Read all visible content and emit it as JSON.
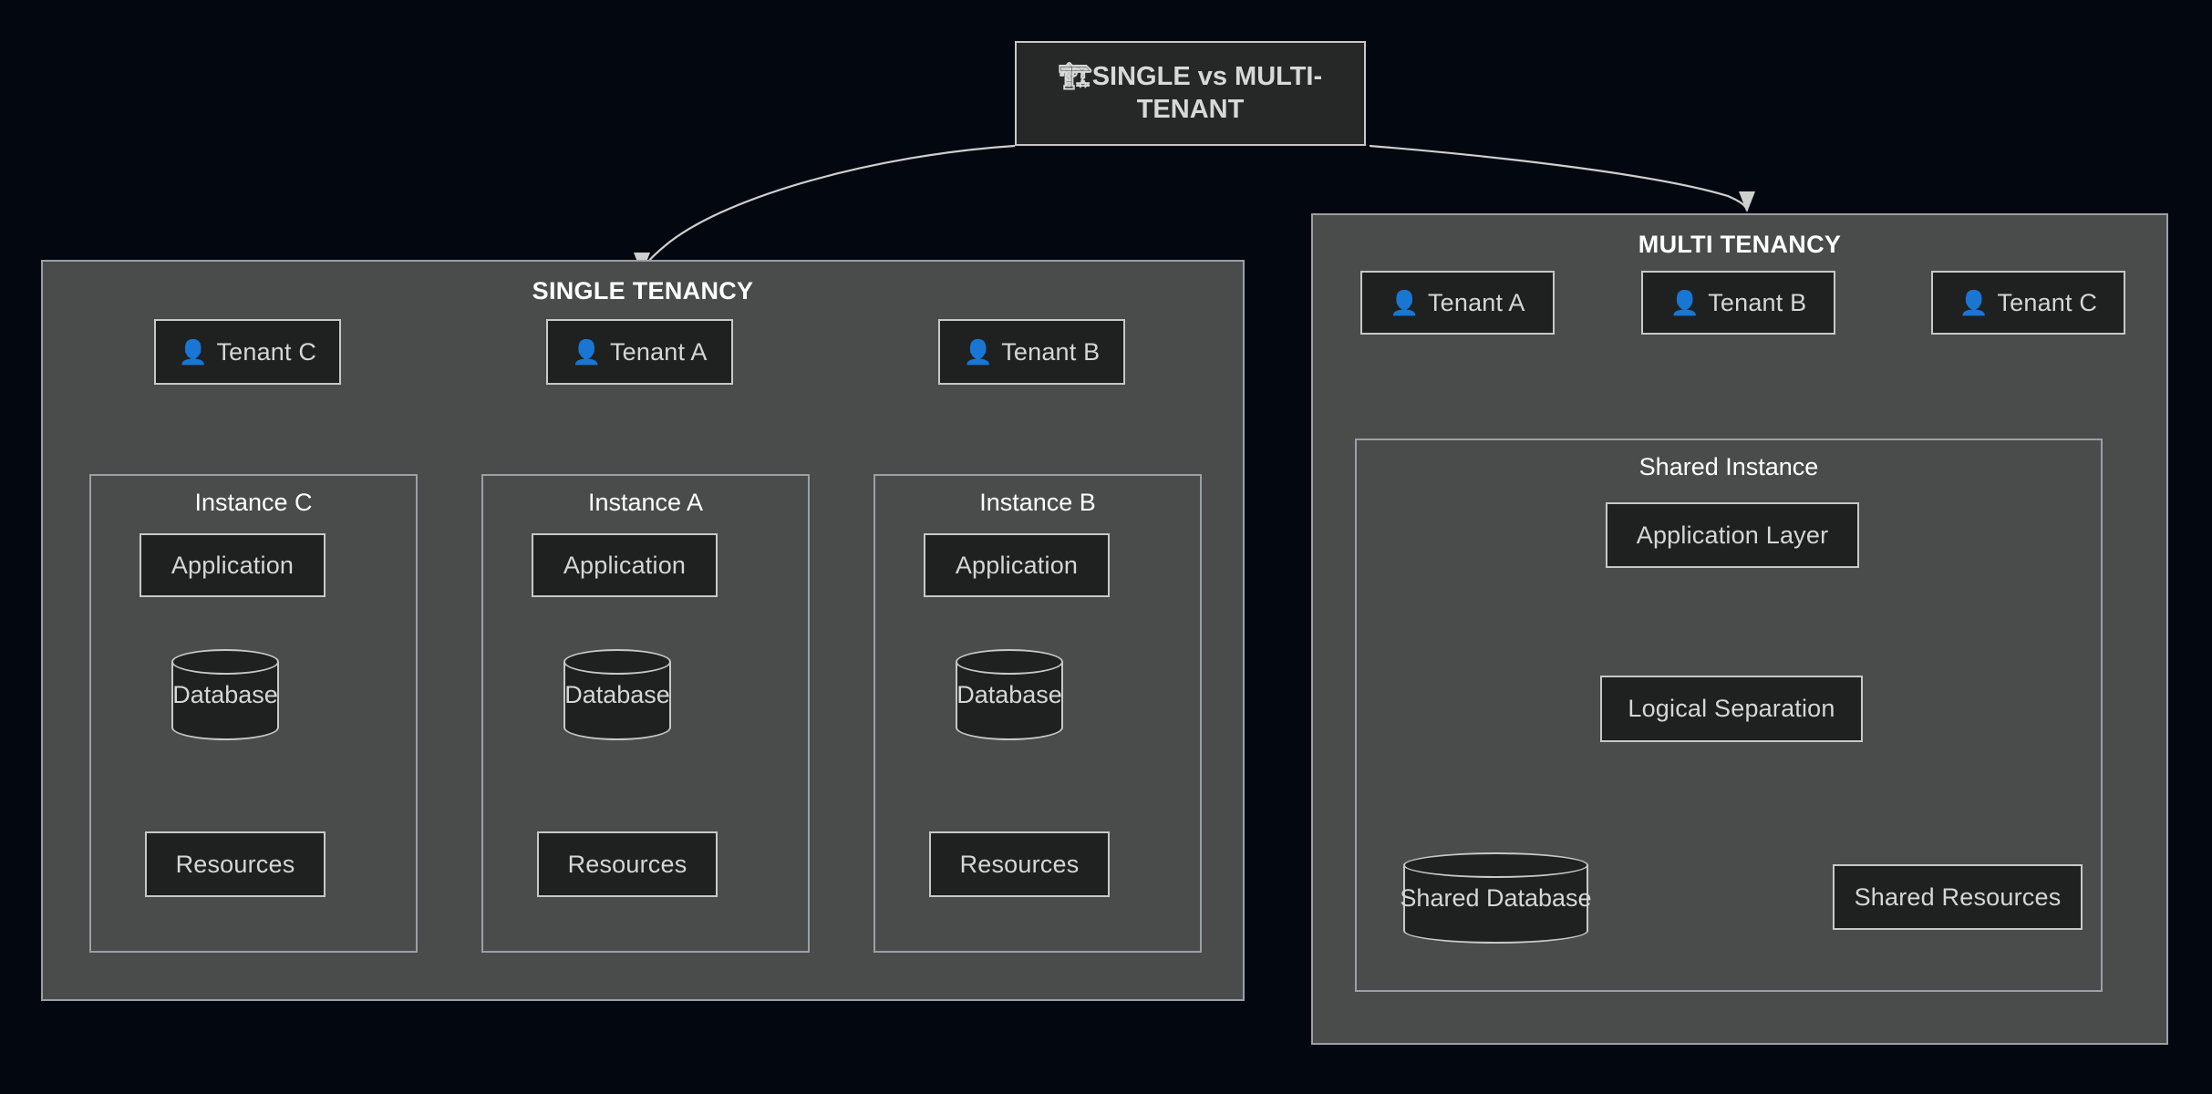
{
  "diagram": {
    "title": {
      "icon": "construction-crane-icon",
      "emoji": "🏗",
      "text": "SINGLE vs MULTI-TENANT"
    },
    "colors": {
      "background": "#030810",
      "cluster_fill": "#4a4b4b",
      "cluster_border": "#9aa0a6",
      "node_fill": "#1f2020",
      "node_border": "#c8c8c8",
      "node_text": "#d6d6d6",
      "edge": "#cfcfcf",
      "title_fill": "#262727"
    },
    "tenant_emoji": "👤",
    "single_tenancy": {
      "label": "SINGLE TENANCY",
      "columns": [
        {
          "tenant": "Tenant C",
          "instance": "Instance C",
          "application": "Application",
          "database": "Database",
          "resources": "Resources"
        },
        {
          "tenant": "Tenant A",
          "instance": "Instance A",
          "application": "Application",
          "database": "Database",
          "resources": "Resources"
        },
        {
          "tenant": "Tenant B",
          "instance": "Instance B",
          "application": "Application",
          "database": "Database",
          "resources": "Resources"
        }
      ]
    },
    "multi_tenancy": {
      "label": "MULTI TENANCY",
      "tenants": [
        "Tenant A",
        "Tenant B",
        "Tenant C"
      ],
      "shared_instance": {
        "label": "Shared Instance",
        "application_layer": "Application Layer",
        "logical_separation": "Logical Separation",
        "shared_database": "Shared Database",
        "shared_resources": "Shared Resources"
      }
    }
  }
}
